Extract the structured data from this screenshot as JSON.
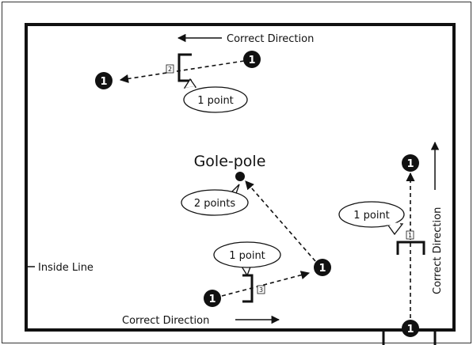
{
  "diagram": {
    "labels": {
      "correct_direction_top": "Correct Direction",
      "correct_direction_bottom": "Correct Direction",
      "correct_direction_right": "Correct Direction",
      "inside_line": "Inside Line",
      "goal_pole": "Gole-pole"
    },
    "bubbles": {
      "top": "1 point",
      "center": "2 points",
      "bottom": "1 point",
      "right": "1 point"
    },
    "balls": {
      "top_start": "1",
      "top_end": "1",
      "bottom_start": "1",
      "bottom_end": "1",
      "right_end": "1",
      "right_start": "1"
    },
    "gates": {
      "top": "2",
      "bottom": "3",
      "right": "1"
    }
  }
}
